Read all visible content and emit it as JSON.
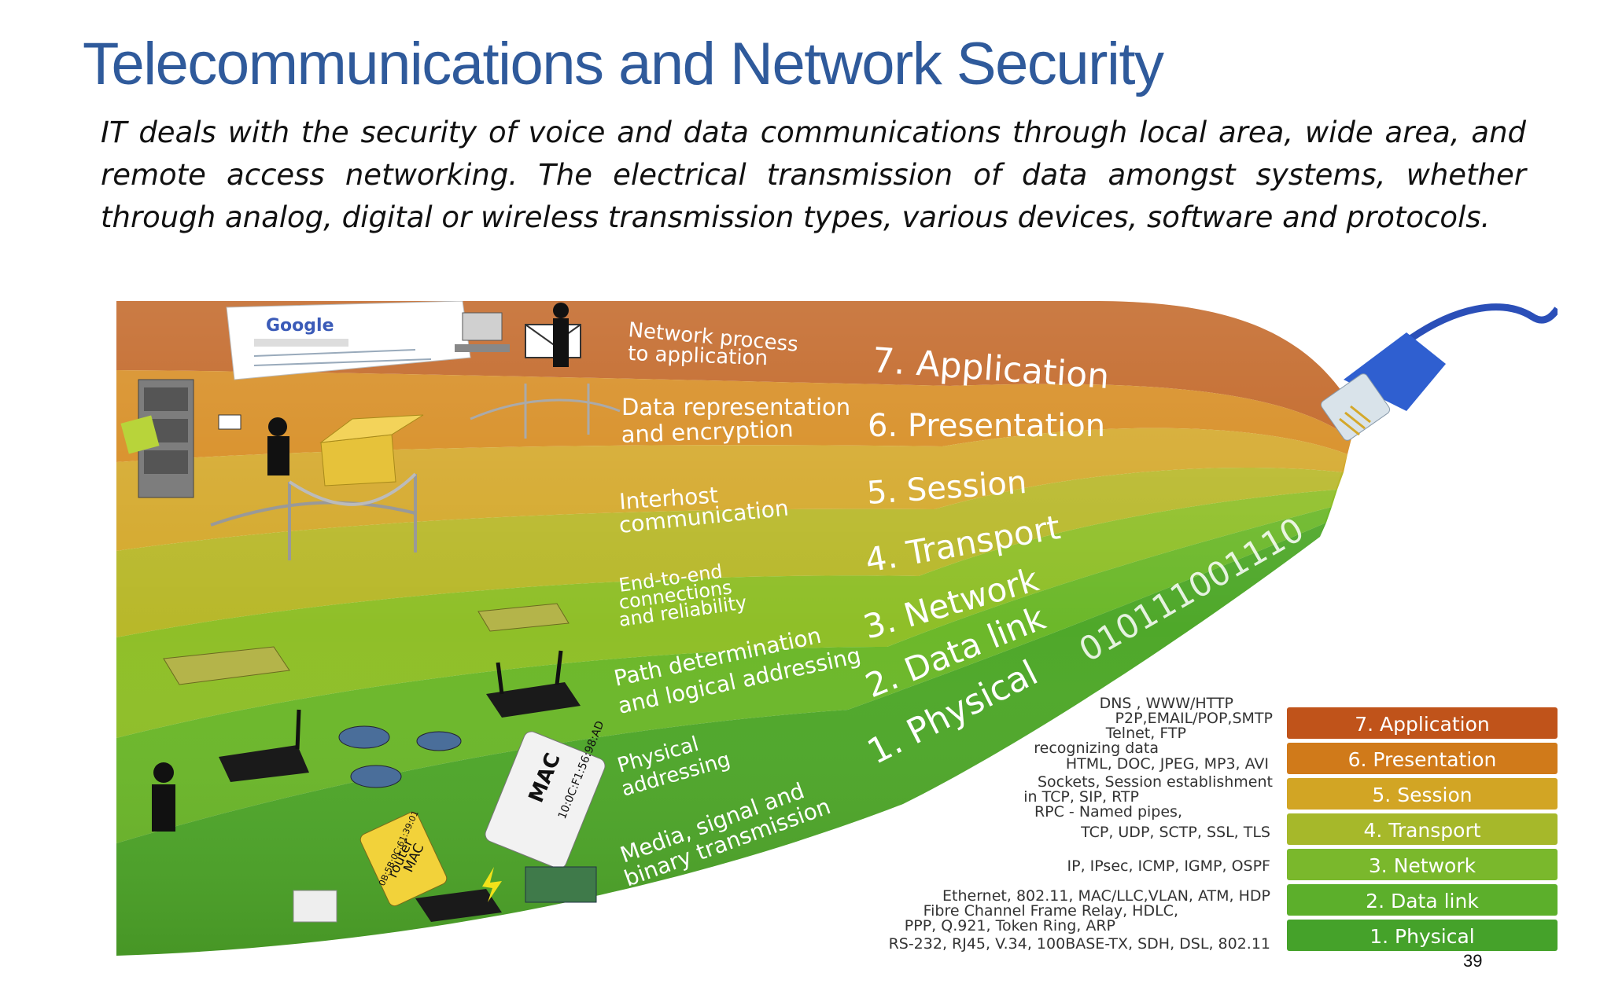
{
  "slide": {
    "title": "Telecommunications and Network Security",
    "description": "IT deals with the security of voice and data communications through local area, wide area, and remote access networking. The electrical transmission of data amongst systems, whether through analog, digital or wireless transmission types, various devices, software and protocols.",
    "page_number": "39"
  },
  "figure": {
    "logo_text": "Google",
    "layers": [
      {
        "name": "7. Application",
        "description": [
          "Network process",
          "to application"
        ],
        "color": "#c0611f"
      },
      {
        "name": "6. Presentation",
        "description": [
          "Data representation",
          "and encryption"
        ],
        "color": "#d68a1d"
      },
      {
        "name": "5. Session",
        "description": [
          "Interhost",
          "communication"
        ],
        "color": "#d4a82a"
      },
      {
        "name": "4. Transport",
        "description": [
          "End-to-end",
          "connections",
          "and reliability"
        ],
        "color": "#b8b82a"
      },
      {
        "name": "3. Network",
        "description": [
          "Path determination",
          "and logical addressing"
        ],
        "color": "#8fbf28"
      },
      {
        "name": "2. Data link",
        "description": [
          "Physical",
          "addressing"
        ],
        "color": "#6cb82a"
      },
      {
        "name": "1. Physical",
        "description": [
          "Media, signal and",
          "binary transmission"
        ],
        "color": "#4fa82a"
      }
    ],
    "binary_text": "010111001110",
    "mac_tag": {
      "label": "MAC",
      "value": "10:0C:F1:56:98:AD"
    },
    "router_tag": {
      "label1": "router",
      "label2": "MAC",
      "value": "0B:5B:0C:61:39:01"
    },
    "protocols": [
      [
        "DNS , WWW/HTTP",
        "P2P,EMAIL/POP,SMTP",
        "Telnet, FTP"
      ],
      [
        "recognizing data",
        "HTML, DOC, JPEG, MP3, AVI"
      ],
      [
        "Sockets, Session establishment",
        "in TCP, SIP, RTP",
        "RPC - Named pipes,"
      ],
      [
        "TCP, UDP, SCTP, SSL, TLS"
      ],
      [
        "IP, IPsec, ICMP, IGMP, OSPF"
      ],
      [
        "Ethernet, 802.11, MAC/LLC,VLAN, ATM, HDP",
        "Fibre Channel Frame Relay, HDLC,",
        "PPP, Q.921, Token Ring, ARP"
      ],
      [
        "RS-232, RJ45, V.34, 100BASE-TX, SDH, DSL, 802.11"
      ]
    ],
    "legend": [
      {
        "label": "7. Application",
        "color": "#c0531a"
      },
      {
        "label": "6. Presentation",
        "color": "#d07a1a"
      },
      {
        "label": "5. Session",
        "color": "#d2a524"
      },
      {
        "label": "4. Transport",
        "color": "#a6b82a"
      },
      {
        "label": "3. Network",
        "color": "#7ab82c"
      },
      {
        "label": "2. Data link",
        "color": "#5caf2b"
      },
      {
        "label": "1. Physical",
        "color": "#45a22a"
      }
    ]
  }
}
